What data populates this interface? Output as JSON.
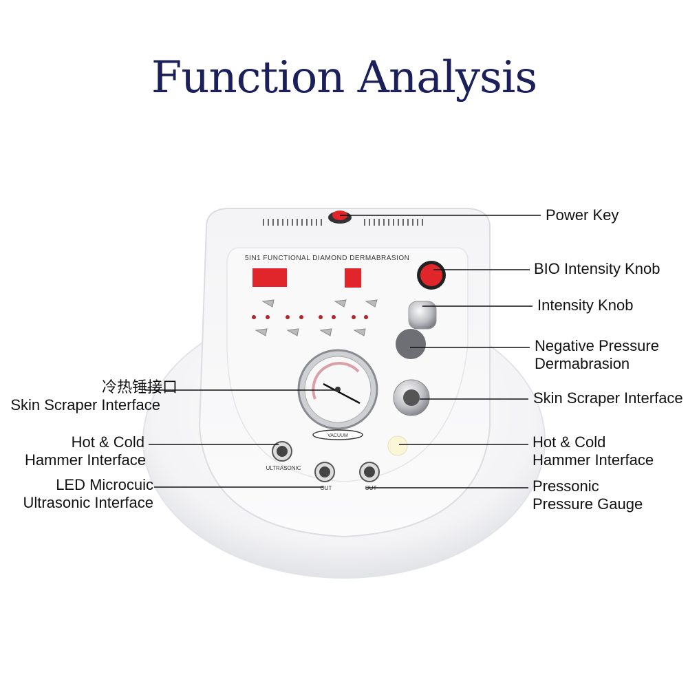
{
  "title": "Function Analysis",
  "device": {
    "panel_heading": "5IN1 FUNCTIONAL DIAMOND DERMABRASION",
    "port_labels": [
      "ULTRASONIC",
      "OUT",
      "OUT"
    ],
    "gauge_brand": "VACUUM"
  },
  "callouts_right": [
    {
      "lines": [
        "Power Key"
      ]
    },
    {
      "lines": [
        "BIO Intensity Knob"
      ]
    },
    {
      "lines": [
        "Intensity Knob"
      ]
    },
    {
      "lines": [
        "Negative Pressure",
        "Dermabrasion"
      ]
    },
    {
      "lines": [
        "Skin Scraper Interface"
      ]
    },
    {
      "lines": [
        "Hot & Cold",
        "Hammer Interface"
      ]
    },
    {
      "lines": [
        "Pressonic",
        "Pressure Gauge"
      ]
    }
  ],
  "callouts_left": [
    {
      "lines": [
        "冷热锤接口",
        "Skin Scraper Interface"
      ]
    },
    {
      "lines": [
        "Hot & Cold",
        "Hammer Interface"
      ]
    },
    {
      "lines": [
        "LED Microcuic",
        "Ultrasonic Interface"
      ]
    }
  ],
  "colors": {
    "title": "#1b1f5a",
    "display": "#e0262b"
  }
}
